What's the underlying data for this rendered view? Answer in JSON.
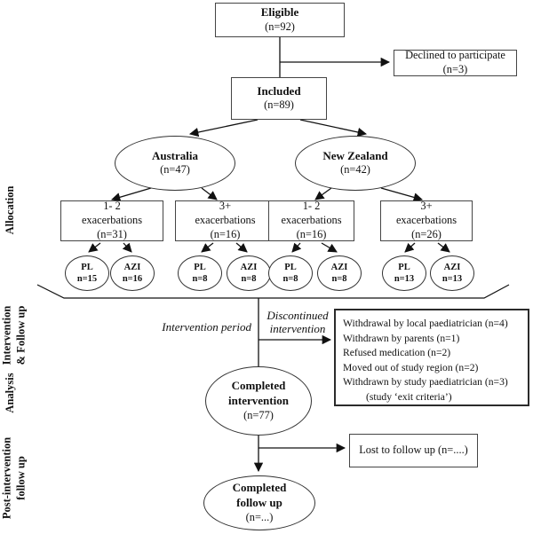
{
  "side_labels": {
    "allocation": "Allocation",
    "intervention": "Intervention\n& Follow up",
    "analysis": "Analysis",
    "post_intervention": "Post-intervention\nfollow up"
  },
  "nodes": {
    "eligible": {
      "title": "Eligible",
      "n": "(n=92)"
    },
    "declined": {
      "line1": "Declined to participate",
      "n": "(n=3)"
    },
    "included": {
      "title": "Included",
      "n": "(n=89)"
    },
    "australia": {
      "title": "Australia",
      "n": "(n=47)"
    },
    "new_zealand": {
      "title": "New Zealand",
      "n": "(n=42)"
    },
    "au_low": {
      "line1": "1- 2",
      "line2": "exacerbations",
      "n": "(n=31)"
    },
    "au_high": {
      "line1": "3+",
      "line2": "exacerbations",
      "n": "(n=16)"
    },
    "nz_low": {
      "line1": "1- 2",
      "line2": "exacerbations",
      "n": "(n=16)"
    },
    "nz_high": {
      "line1": "3+",
      "line2": "exacerbations",
      "n": "(n=26)"
    },
    "arms": [
      {
        "label": "PL",
        "n": "n=15"
      },
      {
        "label": "AZI",
        "n": "n=16"
      },
      {
        "label": "PL",
        "n": "n=8"
      },
      {
        "label": "AZI",
        "n": "n=8"
      },
      {
        "label": "PL",
        "n": "n=8"
      },
      {
        "label": "AZI",
        "n": "n=8"
      },
      {
        "label": "PL",
        "n": "n=13"
      },
      {
        "label": "AZI",
        "n": "n=13"
      }
    ],
    "completed_intervention": {
      "line1": "Completed",
      "line2": "intervention",
      "n": "(n=77)"
    },
    "lost_follow_up": {
      "label": "Lost to follow up (n=....)"
    },
    "completed_follow_up": {
      "line1": "Completed",
      "line2": "follow up",
      "n": "(n=...)"
    }
  },
  "annotations": {
    "intervention_period": "Intervention period",
    "discontinued": "Discontinued\nintervention"
  },
  "withdrawal_box": {
    "items": [
      "Withdrawal by local paediatrician (n=4)",
      "Withdrawn by parents (n=1)",
      "Refused medication (n=2)",
      "Moved out of study region (n=2)",
      "Withdrawn by study paediatrician (n=3)",
      "(study ‘exit criteria’)"
    ]
  }
}
